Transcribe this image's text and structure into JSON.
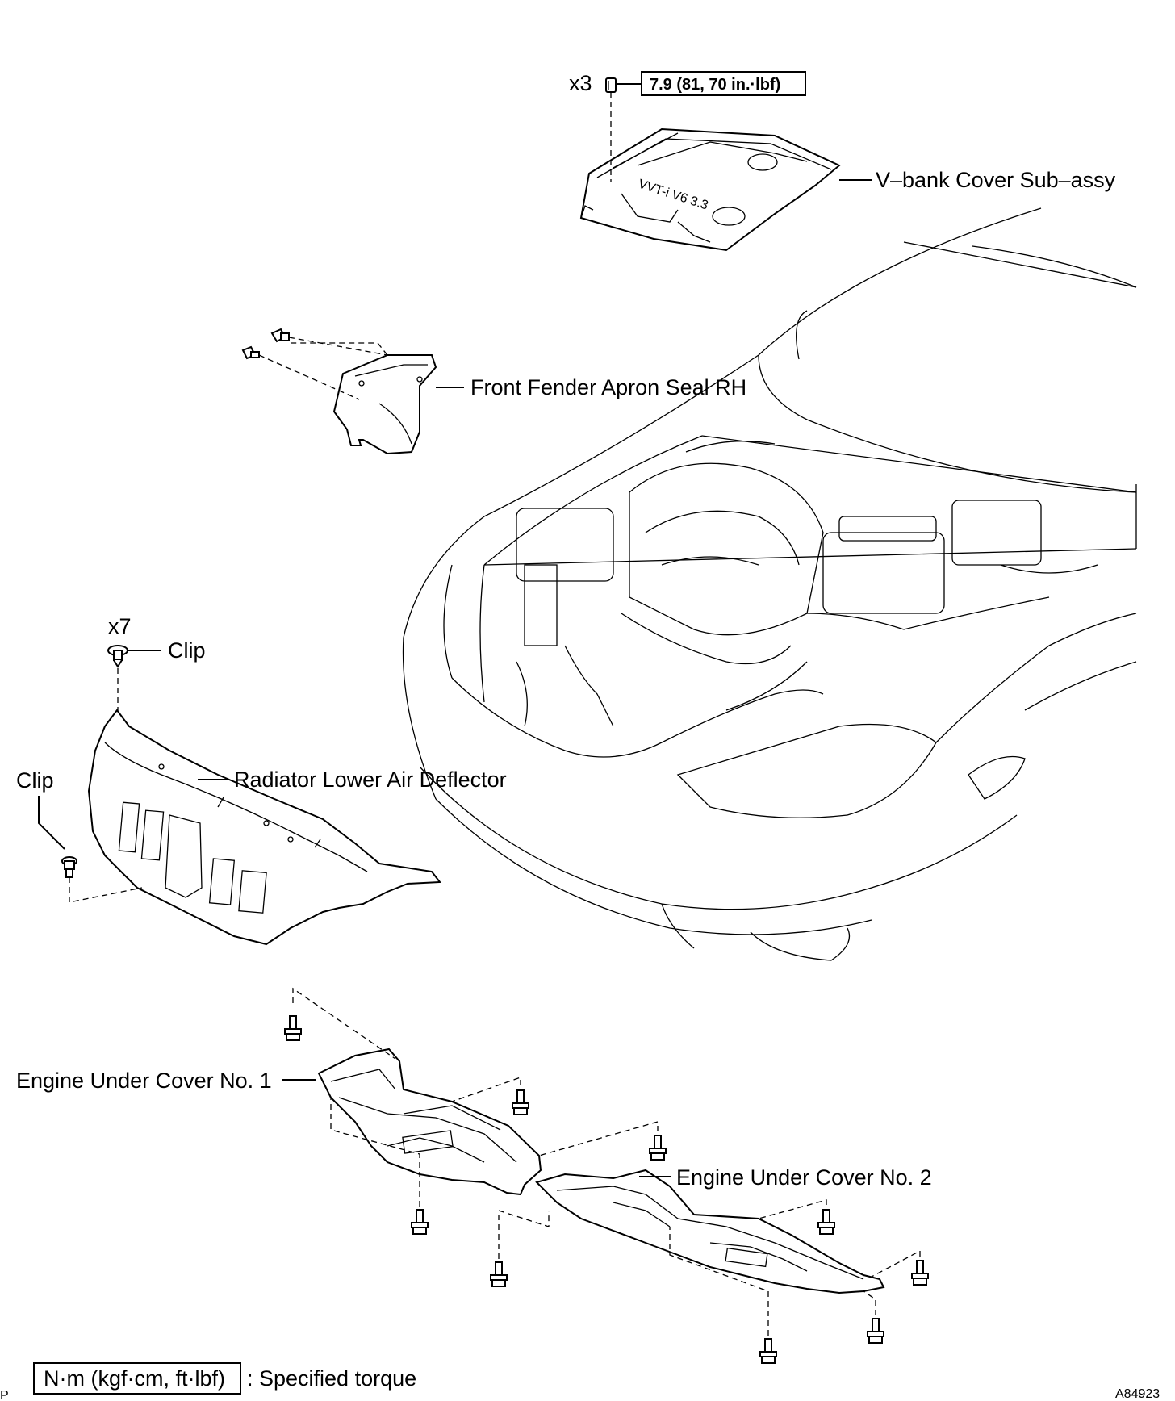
{
  "callouts": {
    "v_bank_cover": "V–bank Cover Sub–assy",
    "front_fender_apron_seal": "Front Fender Apron Seal RH",
    "clip_top": "Clip",
    "clip_left": "Clip",
    "radiator_lower_air_deflector": "Radiator Lower Air Deflector",
    "engine_under_cover_1": "Engine Under Cover No. 1",
    "engine_under_cover_2": "Engine Under Cover No. 2"
  },
  "quantities": {
    "bolt_count": "x3",
    "clip_count": "x7"
  },
  "torque": {
    "value": "7.9 (81, 70 in.·lbf)"
  },
  "legend": {
    "unit_box": "N·m (kgf·cm, ft·lbf)",
    "description": ": Specified torque"
  },
  "footer": {
    "left_mark": "P",
    "figure_id": "A84923"
  },
  "cover_emblem_text": "VVT-i V6 3.3",
  "icons": [
    "bolt-icon",
    "clip-icon"
  ]
}
